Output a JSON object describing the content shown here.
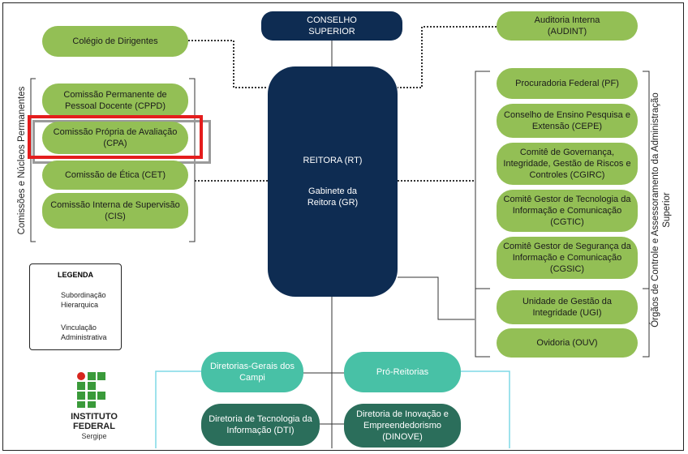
{
  "header": {
    "conselho": "CONSELHO\nSUPERIOR",
    "auditoria": "Auditoria Interna\n(AUDINT)",
    "colegio": "Colégio de Dirigentes"
  },
  "center": {
    "reitora": "REITORA (RT)",
    "gabinete": "Gabinete da\nReitora (GR)"
  },
  "left": {
    "label": "Comissões e Núcleos Permanentes",
    "items": [
      "Comissão Permanente de\nPessoal Docente (CPPD)",
      "Comissão Própria de Avaliação\n(CPA)",
      "Comissão de Ética (CET)",
      "Comissão Interna de Supervisão\n(CIS)"
    ]
  },
  "right": {
    "label": "Órgãos de Controle e Assessoramento da Administração\nSuperior",
    "items": [
      "Procuradoria Federal (PF)",
      "Conselho de Ensino Pesquisa e\nExtensão (CEPE)",
      "Comitê de Governança,\nIntegridade, Gestão de Riscos e\nControles (CGIRC)",
      "Comitê Gestor de Tecnologia da\nInformação e Comunicação\n(CGTIC)",
      "Comitê Gestor de Segurança da\nInformação e Comunicação\n(CGSIC)",
      "Unidade de Gestão da\nIntegridade (UGI)",
      "Ovidoria (OUV)"
    ]
  },
  "bottom": {
    "diretorias": "Diretorias-Gerais dos\nCampi",
    "pro_reitorias": "Pró-Reitorias",
    "dti": "Diretoria de Tecnologia da\nInformação (DTI)",
    "dinove": "Diretoria de Inovação e\nEmpreendedorismo\n(DINOVE)"
  },
  "legend": {
    "title": "LEGENDA",
    "subordinacao": "Subordinação\nHierarquica",
    "vinculacao": "Vinculação\nAdministrativa"
  },
  "logo": {
    "line1": "INSTITUTO",
    "line2": "FEDERAL",
    "line3": "Sergipe"
  },
  "colors": {
    "green": "#93bf55",
    "navy": "#0e2c52",
    "teal": "#48c1a6",
    "dark_teal": "#2b6e5b",
    "highlight": "#e41d1d",
    "logo_red": "#d7261e",
    "logo_green": "#3a9a3a"
  }
}
